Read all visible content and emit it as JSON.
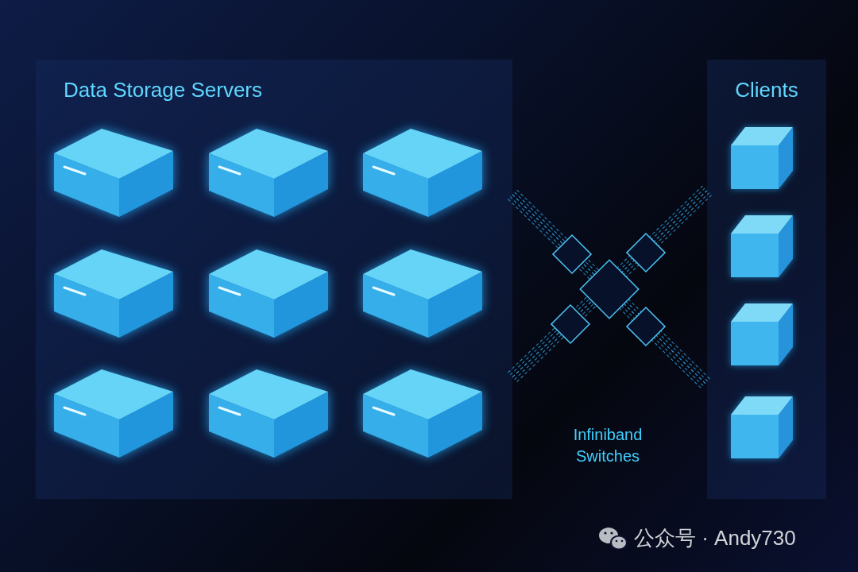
{
  "diagram": {
    "nodes": [
      {
        "text": [
          "Data Storage Servers"
        ]
      },
      {
        "text": [
          "Clients"
        ]
      }
    ],
    "edges": [
      {
        "from": 0,
        "to": 1,
        "arrow": "none"
      },
      {
        "from": 0,
        "to": 1,
        "arrow": "none"
      }
    ],
    "labels": [
      "Infiniband Switches",
      "公众号 · Andy730"
    ]
  }
}
